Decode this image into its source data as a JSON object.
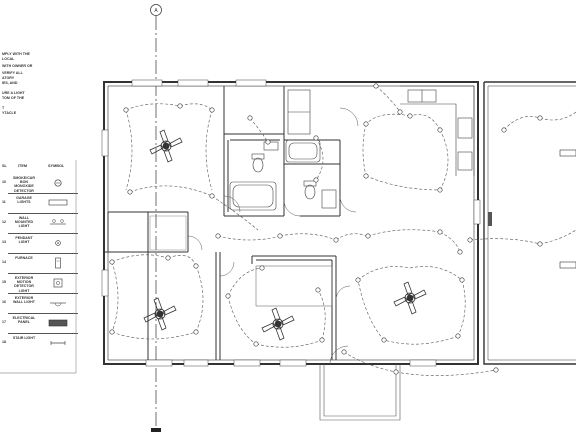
{
  "general_notes": [
    "MPLY WITH THE",
    "LOCAL",
    "WITH OWNER OR",
    "VERIFY ALL",
    "ATORY",
    "IES, AND",
    "URE A LIGHT",
    "TOM OF THE",
    "T",
    "YTACLE"
  ],
  "legend": {
    "header_no": "SL",
    "header_item": "ITEM",
    "header_symbol": "SYMBOL",
    "rows": [
      {
        "no": "10",
        "item": "SMOKE/CAR BON MONOXIDE DETECTOR",
        "symbol": "smoke-detector-icon"
      },
      {
        "no": "11",
        "item": "GARAGE LIGHTS",
        "symbol": "garage-light-icon"
      },
      {
        "no": "12",
        "item": "WALL MOUNTED LIGHT",
        "symbol": "wall-light-icon"
      },
      {
        "no": "13",
        "item": "PENDANT LIGHT",
        "symbol": "pendant-light-icon"
      },
      {
        "no": "14",
        "item": "FURNACE",
        "symbol": "furnace-icon"
      },
      {
        "no": "15",
        "item": "EXTERIOR MOTION DETECTOR LIGHT",
        "symbol": "motion-light-icon"
      },
      {
        "no": "16",
        "item": "EXTERIOR WALL LIGHT",
        "symbol": "exterior-wall-light-icon"
      },
      {
        "no": "17",
        "item": "ELECTRICAL PANEL",
        "symbol": "electrical-panel-icon"
      },
      {
        "no": "18",
        "item": "STAIR LIGHT",
        "symbol": "stair-light-icon"
      }
    ]
  },
  "grid_marker": "A",
  "colors": {
    "line": "#333333",
    "wire": "#555555",
    "paper": "#ffffff"
  }
}
